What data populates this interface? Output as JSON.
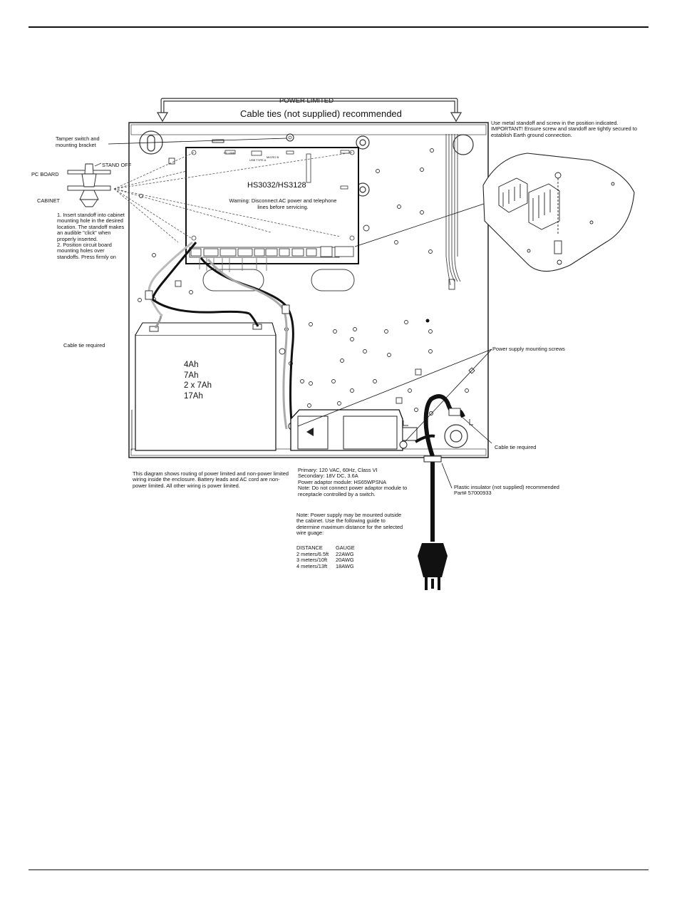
{
  "banner": {
    "power_limited": "POWER LIMITED",
    "cable_ties": "Cable ties (not supplied) recommended"
  },
  "panel": {
    "model": "HS3032/HS3128",
    "warning_lines": [
      "Warning: Disconnect AC power and telephone",
      "lines before servicing."
    ],
    "connector_usb": "USB TYPE A",
    "connector_micro": "MICRO B",
    "connector_pclink": "PC LINK"
  },
  "labels": {
    "tamper_lines": [
      "Tamper switch and",
      "mounting bracket"
    ],
    "pc_board": "PC BOARD",
    "stand_off": "STAND OFF",
    "cabinet": "CABINET",
    "cable_tie_required_left": "Cable tie required",
    "cable_tie_required_right": "Cable tie required",
    "psu_screws": "Power supply mounting screws"
  },
  "standoff_instructions": [
    "1. Insert standoff into cabinet",
    "mounting hole in the desired",
    "location. The standoff makes",
    "an audible \"click\" when",
    "properly inserted.",
    "2. Position circuit board",
    "mounting holes over",
    "standoffs. Press firmly on"
  ],
  "metal_standoff_note": [
    "Use metal standoff and screw in the position indicated.",
    "IMPORTANT! Ensure screw and standoff are tightly secured to",
    "establish Earth ground connection."
  ],
  "battery": {
    "ratings": [
      "4Ah",
      "7Ah",
      "2 x 7Ah",
      "17Ah"
    ]
  },
  "routing_note": [
    "This diagram shows routing of power limited and non-power limited",
    "wiring inside the enclosure. Battery leads and AC cord are non-",
    "power limited. All other wiring is power limited."
  ],
  "power_specs": [
    "Primary: 120 VAC, 60Hz, Class VI",
    "Secondary: 18V DC, 3.6A",
    "Power adaptor module: HS65WPSNA",
    "Note: Do not connect power adaptor module to",
    "receptacle controlled by a switch."
  ],
  "insulator_note": [
    "Plastic insulator (not supplied) recommended",
    "Part# 57000933"
  ],
  "mount_note": [
    "Note: Power supply may be mounted outside",
    "the cabinet. Use the following guide to",
    "determine maximum distance for the selected",
    "wire guage:"
  ],
  "wire_table": {
    "headers": [
      "DISTANCE",
      "GAUGE"
    ],
    "rows": [
      [
        "2 meters/6.5ft",
        "22AWG"
      ],
      [
        "3 meters/10ft",
        "20AWG"
      ],
      [
        "4 meters/13ft",
        "18AWG"
      ]
    ]
  }
}
